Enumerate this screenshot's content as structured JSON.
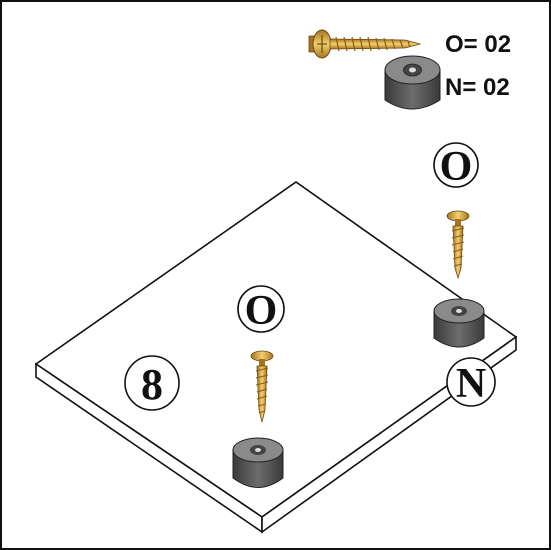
{
  "legend": {
    "items": [
      {
        "label": "O= 02",
        "icon": "screw-icon"
      },
      {
        "label": "N= 02",
        "icon": "rubber-foot-icon"
      }
    ]
  },
  "callouts": {
    "step": "8",
    "screw_near_foot": "O",
    "screw_center": "O",
    "foot": "N"
  },
  "colors": {
    "outline": "#111111",
    "screw_gold": "#d9a441",
    "screw_shadow": "#a8731e",
    "foot_body": "#555555",
    "foot_top": "#8a8a8a"
  }
}
